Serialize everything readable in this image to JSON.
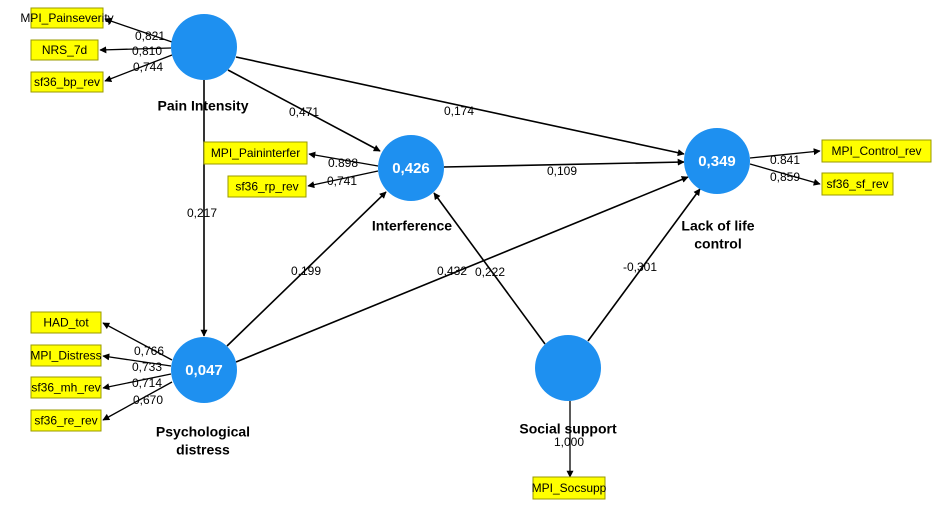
{
  "latent_variables": [
    {
      "id": "pain",
      "name_lines": [
        "Pain Intensity"
      ],
      "r2": ""
    },
    {
      "id": "interf",
      "name_lines": [
        "Interference"
      ],
      "r2": "0,426"
    },
    {
      "id": "llc",
      "name_lines": [
        "Lack of life",
        "control"
      ],
      "r2": "0,349"
    },
    {
      "id": "psych",
      "name_lines": [
        "Psychological",
        "distress"
      ],
      "r2": "0,047"
    },
    {
      "id": "social",
      "name_lines": [
        "Social support"
      ],
      "r2": ""
    }
  ],
  "indicators": [
    {
      "id": "i1",
      "label": "MPI_Painseverity",
      "latent": "pain",
      "loading": "0,821"
    },
    {
      "id": "i2",
      "label": "NRS_7d",
      "latent": "pain",
      "loading": "0,810"
    },
    {
      "id": "i3",
      "label": "sf36_bp_rev",
      "latent": "pain",
      "loading": "0,744"
    },
    {
      "id": "i4",
      "label": "MPI_Paininterfer",
      "latent": "interf",
      "loading": "0.898"
    },
    {
      "id": "i5",
      "label": "sf36_rp_rev",
      "latent": "interf",
      "loading": "0,741"
    },
    {
      "id": "i6",
      "label": "MPI_Control_rev",
      "latent": "llc",
      "loading": "0.841"
    },
    {
      "id": "i7",
      "label": "sf36_sf_rev",
      "latent": "llc",
      "loading": "0,859"
    },
    {
      "id": "i8",
      "label": "HAD_tot",
      "latent": "psych",
      "loading": "0,766"
    },
    {
      "id": "i9",
      "label": "MPI_Distress",
      "latent": "psych",
      "loading": "0,733"
    },
    {
      "id": "i10",
      "label": "sf36_mh_rev",
      "latent": "psych",
      "loading": "0,714"
    },
    {
      "id": "i11",
      "label": "sf36_re_rev",
      "latent": "psych",
      "loading": "0,670"
    },
    {
      "id": "i12",
      "label": "MPI_Socsupp",
      "latent": "social",
      "loading": "1,000"
    }
  ],
  "paths": [
    {
      "from": "pain",
      "to": "interf",
      "coef": "0,471"
    },
    {
      "from": "pain",
      "to": "llc",
      "coef": "0,174"
    },
    {
      "from": "pain",
      "to": "psych",
      "coef": "0,217"
    },
    {
      "from": "interf",
      "to": "llc",
      "coef": "0,109"
    },
    {
      "from": "psych",
      "to": "interf",
      "coef": "0,199"
    },
    {
      "from": "psych",
      "to": "llc",
      "coef": "0,432"
    },
    {
      "from": "social",
      "to": "interf",
      "coef": "0,222"
    },
    {
      "from": "social",
      "to": "llc",
      "coef": "-0,301"
    }
  ],
  "colors": {
    "node_fill": "#1E90F0",
    "indicator_fill": "#FFFF00",
    "indicator_border": "#9A9A00",
    "line": "#000000"
  }
}
